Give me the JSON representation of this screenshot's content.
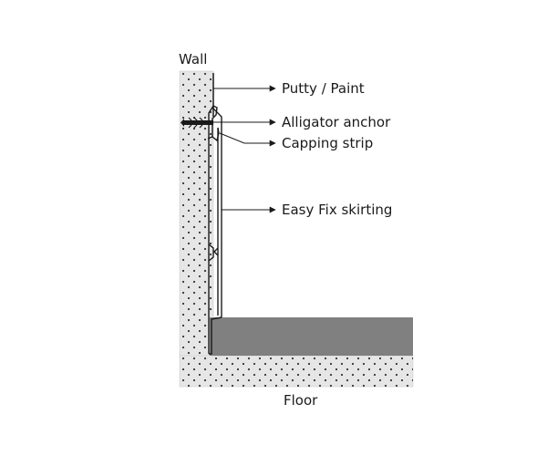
{
  "diagram": {
    "labels": {
      "wall": "Wall",
      "floor": "Floor",
      "putty": "Putty / Paint",
      "anchor": "Alligator anchor",
      "capping": "Capping strip",
      "skirting": "Easy Fix skirting"
    },
    "colors": {
      "concrete_fill": "#e6e6e6",
      "concrete_dot": "#333333",
      "screed_fill": "#808080",
      "line": "#1a1a1a"
    }
  }
}
